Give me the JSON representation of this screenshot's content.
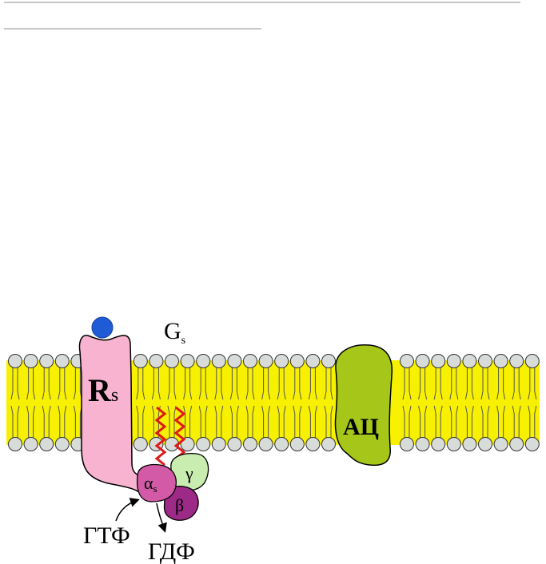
{
  "diagram": {
    "receptor_label": "R",
    "receptor_sub": "s",
    "gprotein_label": "G",
    "gprotein_sub": "s",
    "alpha_label": "α",
    "alpha_sub": "s",
    "beta_label": "β",
    "gamma_label": "γ",
    "enzyme_label": "АЦ",
    "gtp_label": "ГТФ",
    "gdp_label": "ГДФ"
  },
  "colors": {
    "membrane_fill": "#f7f000",
    "lipid_head": "#d8dcd8",
    "receptor": "#f7b3cf",
    "alpha_subunit": "#d35aa6",
    "beta_subunit": "#9c2a86",
    "gamma_subunit": "#c9ecb0",
    "adenylate_cyclase": "#a6c61a",
    "ligand": "#1f5bd6",
    "anchor_zigzag": "#e01818"
  }
}
